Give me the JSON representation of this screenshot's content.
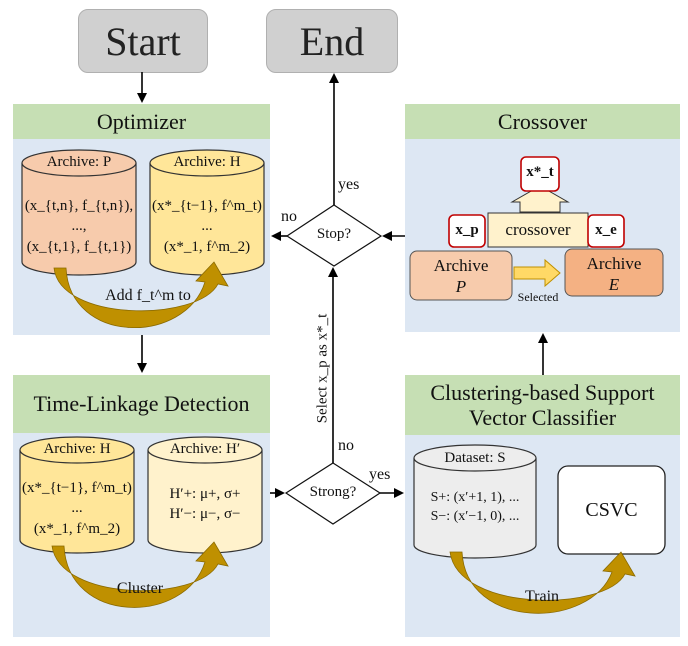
{
  "terminals": {
    "start": "Start",
    "end": "End"
  },
  "panels": {
    "optimizer": {
      "title": "Optimizer",
      "archive_p": {
        "label": "Archive: P",
        "lines": [
          "(x_{t,n}, f_{t,n}),",
          "...,",
          "(x_{t,1}, f_{t,1})"
        ]
      },
      "archive_h": {
        "label": "Archive: H",
        "lines": [
          "(x*_{t−1}, f^m_t)",
          "...",
          "(x*_1, f^m_2)"
        ]
      },
      "arrow_label": "Add f_t^m to"
    },
    "time_linkage": {
      "title": "Time-Linkage Detection",
      "archive_h": {
        "label": "Archive: H",
        "lines": [
          "(x*_{t−1}, f^m_t)",
          "...",
          "(x*_1, f^m_2)"
        ]
      },
      "archive_h2": {
        "label": "Archive: H′",
        "lines": [
          "H′+: μ+, σ+",
          "H′−: μ−, σ−"
        ]
      },
      "arrow_label": "Cluster"
    },
    "crossover": {
      "title": "Crossover",
      "xt_star": "x*_t",
      "xp": "x_p",
      "xe": "x_e",
      "crossover_label": "crossover",
      "archive_p": {
        "line1": "Archive",
        "line2": "P"
      },
      "archive_e": {
        "line1": "Archive",
        "line2": "E"
      },
      "selected": "Selected"
    },
    "csvc": {
      "title_line1": "Clustering-based Support",
      "title_line2": "Vector Classifier",
      "dataset": {
        "label": "Dataset: S",
        "lines": [
          "S+: (x′+1, 1), ...",
          "S−: (x′−1, 0), ..."
        ]
      },
      "box": "CSVC",
      "arrow_label": "Train"
    }
  },
  "decisions": {
    "stop": {
      "label": "Stop?",
      "yes": "yes",
      "no": "no"
    },
    "strong": {
      "label": "Strong?",
      "yes": "yes",
      "no": "no"
    }
  },
  "vertical_label": "Select x_p as x*_t",
  "colors": {
    "panel_bg": "#dde7f3",
    "header_bg": "#c6dfb4",
    "terminal_bg": "#d0d0d0",
    "archive_orange": "#f7cbac",
    "archive_yellow": "#ffe699",
    "archive_yellow_light": "#fff2cc",
    "archive_gray": "#ededed",
    "arrow_gold": "#bf9000",
    "red_border": "#c00000"
  }
}
